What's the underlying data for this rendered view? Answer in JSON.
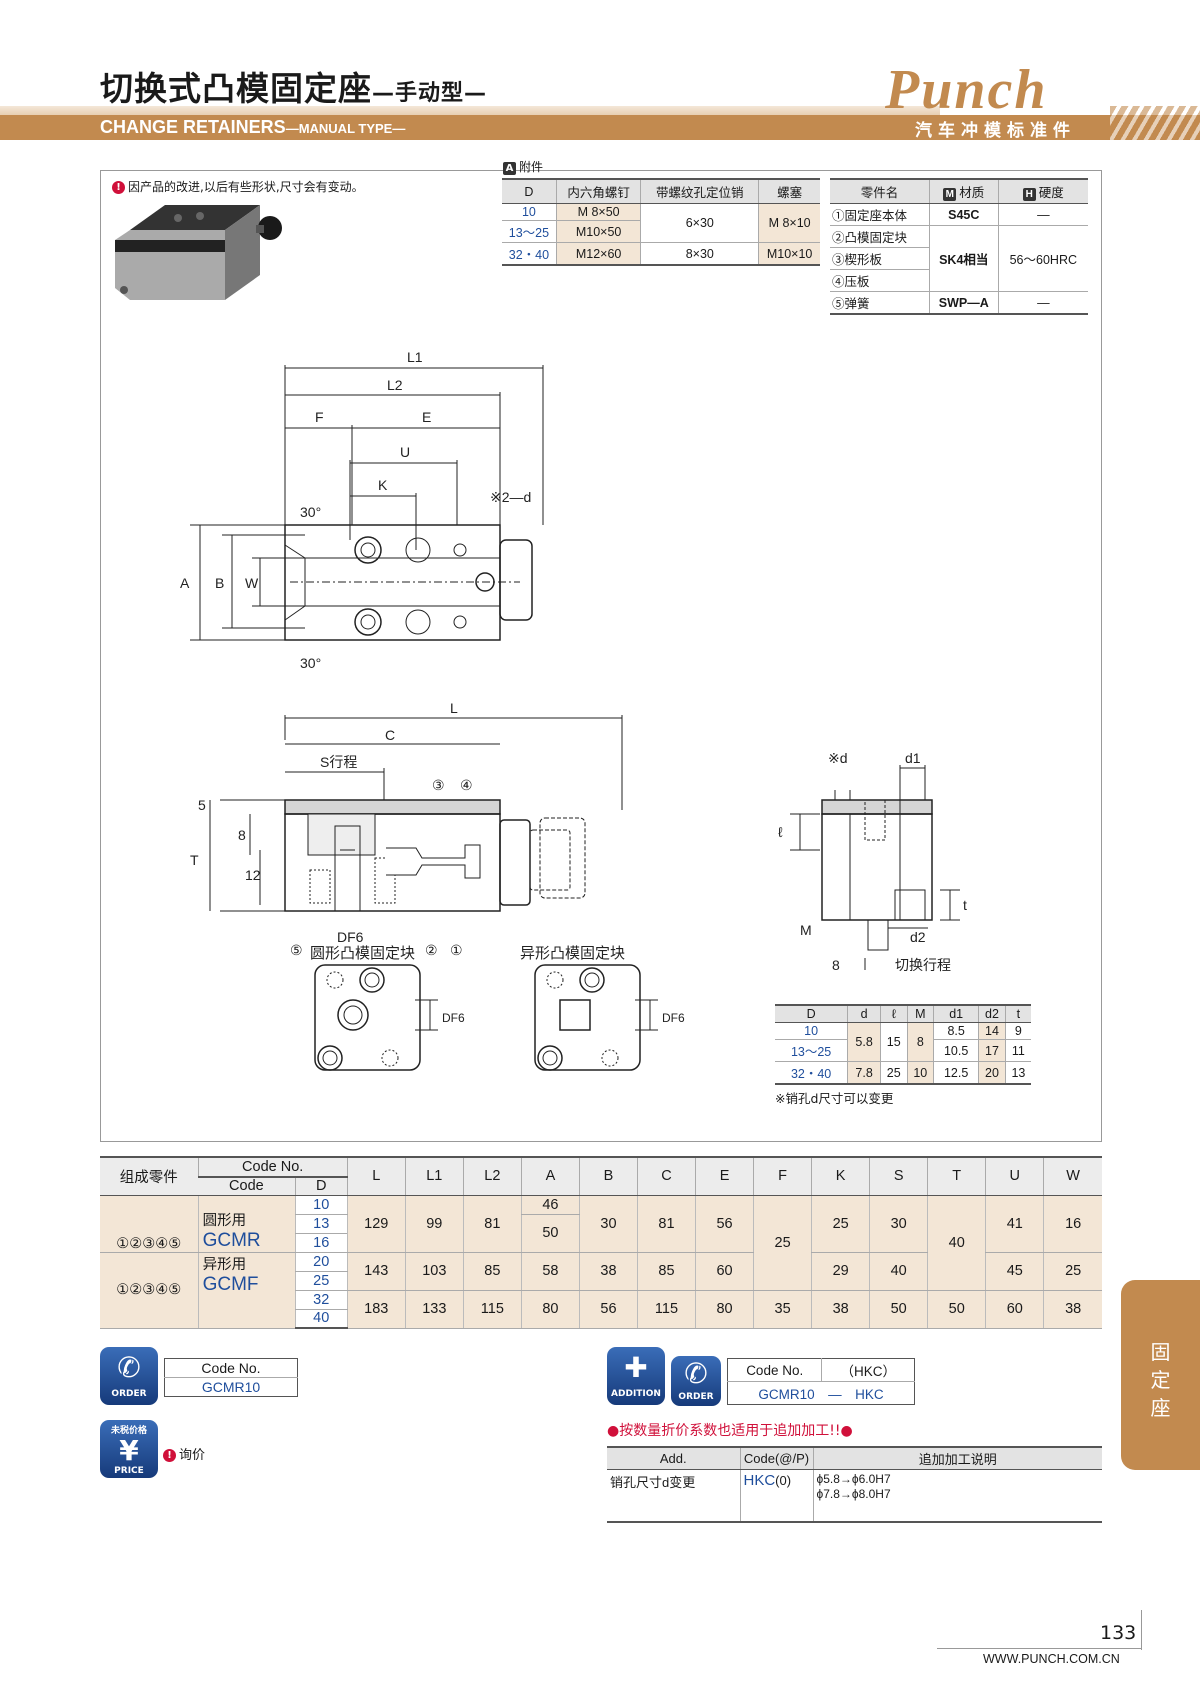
{
  "header": {
    "title_cn": "切换式凸模固定座",
    "title_cn_sub": "—手动型—",
    "title_en": "CHANGE RETAINERS",
    "title_en_sub": "—MANUAL TYPE—",
    "logo": "Punch",
    "logo_sub": "汽车冲模标准件"
  },
  "note": "因产品的改进,以后有些形状,尺寸会有变动。",
  "accessories": {
    "title": "附件",
    "icon": "A",
    "headers": [
      "D",
      "内六角螺钉",
      "带螺纹孔定位销",
      "螺塞"
    ],
    "rows": [
      {
        "d": "10",
        "screw": "M 8×50",
        "pin": "6×30",
        "plug": "M 8×10"
      },
      {
        "d": "13～25",
        "screw": "M10×50"
      },
      {
        "d": "32・40",
        "screw": "M12×60",
        "pin": "8×30",
        "plug": "M10×10"
      }
    ]
  },
  "materials": {
    "headers": [
      "零件名",
      "材质",
      "硬度"
    ],
    "icons": [
      "M",
      "H"
    ],
    "rows": [
      {
        "part": "①固定座本体",
        "material": "S45C",
        "hardness": "—"
      },
      {
        "part": "②凸模固定块"
      },
      {
        "part": "③楔形板",
        "material": "SK4相当",
        "hardness": "56～60HRC"
      },
      {
        "part": "④压板"
      },
      {
        "part": "⑤弹簧",
        "material": "SWP—A",
        "hardness": "—"
      }
    ]
  },
  "drawing": {
    "labels": {
      "L1": "L1",
      "L2": "L2",
      "F": "F",
      "E": "E",
      "U": "U",
      "K": "K",
      "d2note": "※2—d",
      "angle1": "30°",
      "angle2": "30°",
      "A": "A",
      "B": "B",
      "W": "W",
      "L": "L",
      "C": "C",
      "S": "S行程",
      "n5": "5",
      "n8": "8",
      "n12": "12",
      "T": "T",
      "c3": "③",
      "c4": "④",
      "c5": "⑤",
      "c2": "②",
      "c1": "①",
      "DF6": "DF6",
      "sd": "※d",
      "d1": "d1",
      "ell": "ℓ",
      "t": "t",
      "M": "M",
      "d2": "d2",
      "n8b": "8",
      "switch": "切换行程",
      "round": "圆形凸模固定块",
      "special": "异形凸模固定块",
      "DF6a": "DF6",
      "DF6b": "DF6"
    }
  },
  "dim_table": {
    "headers": [
      "D",
      "d",
      "ℓ",
      "M",
      "d1",
      "d2",
      "t"
    ],
    "rows": [
      {
        "D": "10",
        "d": "5.8",
        "l": "15",
        "M": "8",
        "d1": "8.5",
        "d2": "14",
        "t": "9"
      },
      {
        "D": "13～25",
        "d1": "10.5",
        "d2": "17",
        "t": "11"
      },
      {
        "D": "32・40",
        "d": "7.8",
        "l": "25",
        "M": "10",
        "d1": "12.5",
        "d2": "20",
        "t": "13"
      }
    ],
    "note": "※销孔d尺寸可以变更"
  },
  "main_table": {
    "h_component": "组成零件",
    "h_codeno": "Code No.",
    "h_code": "Code",
    "h_d": "D",
    "cols": [
      "L",
      "L1",
      "L2",
      "A",
      "B",
      "C",
      "E",
      "F",
      "K",
      "S",
      "T",
      "U",
      "W"
    ],
    "components": "①②③④⑤",
    "type1": "圆形用",
    "code1": "GCMR",
    "type2": "异形用",
    "code2": "GCMF",
    "d_values": [
      "10",
      "13",
      "16",
      "20",
      "25",
      "32",
      "40"
    ],
    "g1": {
      "L": "129",
      "L1": "99",
      "L2": "81",
      "A1": "46",
      "A2": "50",
      "B": "30",
      "C": "81",
      "E": "56",
      "K": "25",
      "S": "30",
      "U": "41",
      "W": "16"
    },
    "g2": {
      "L": "143",
      "L1": "103",
      "L2": "85",
      "A": "58",
      "B": "38",
      "C": "85",
      "E": "60",
      "K": "29",
      "S": "40",
      "U": "45",
      "W": "25"
    },
    "g3": {
      "L": "183",
      "L1": "133",
      "L2": "115",
      "A": "80",
      "B": "56",
      "C": "115",
      "E": "80",
      "F": "35",
      "K": "38",
      "S": "50",
      "T": "50",
      "U": "60",
      "W": "38"
    },
    "F12": "25",
    "T12": "40"
  },
  "order": {
    "badge_order": "ORDER",
    "badge_price_top": "未税价格",
    "badge_price": "PRICE",
    "badge_addition": "ADDITION",
    "code_label": "Code No.",
    "code_value": "GCMR10",
    "price_note": "询价",
    "add_code_label": "Code No.",
    "add_code_hkc": "（HKC）",
    "add_code_value": "GCMR10　—　HKC"
  },
  "addition": {
    "note": "●按数量折价系数也适用于追加加工!!●",
    "headers": [
      "Add.",
      "Code(@/P)",
      "追加加工说明"
    ],
    "row": {
      "add": "销孔尺寸d变更",
      "code": "HKC",
      "code_suffix": "(0)",
      "desc1": "ϕ5.8→ϕ6.0H7",
      "desc2": "ϕ7.8→ϕ8.0H7"
    }
  },
  "side_tab": "固定座",
  "footer": {
    "page": "133",
    "website": "WWW.PUNCH.COM.CN"
  }
}
